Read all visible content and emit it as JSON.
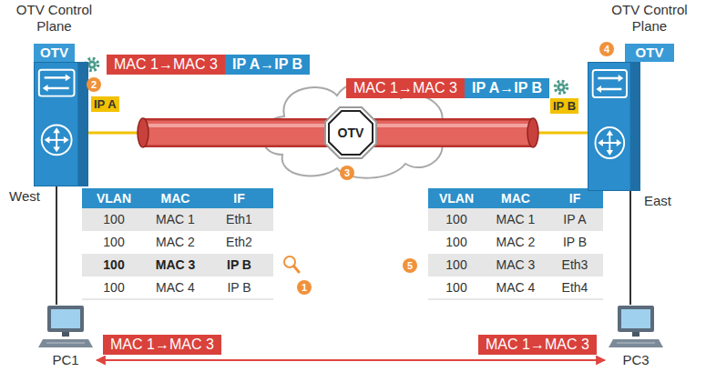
{
  "diagram": {
    "nodes": [
      {
        "text": [
          "OTV Control Plane",
          "OTV"
        ]
      },
      {
        "text": [
          "OTV Control Plane",
          "OTV"
        ]
      },
      {
        "text": [
          "West"
        ]
      },
      {
        "text": [
          "OTV"
        ]
      },
      {
        "text": [
          "East"
        ]
      },
      {
        "text": [
          "PC1"
        ]
      },
      {
        "text": [
          "PC3"
        ]
      }
    ],
    "edges": [
      {
        "from": 2,
        "to": 3,
        "arrow": "none"
      },
      {
        "from": 3,
        "to": 4,
        "arrow": "none"
      },
      {
        "from": 5,
        "to": 2,
        "arrow": "none"
      },
      {
        "from": 6,
        "to": 4,
        "arrow": "none"
      },
      {
        "from": 5,
        "to": 6,
        "arrow": "both"
      }
    ],
    "labels": [
      "MAC 1→MAC 3",
      "IP A→IP B",
      "2",
      "IP A",
      "MAC 1→MAC 3",
      "IP A→IP B",
      "4",
      "IP B",
      "3",
      "VLAN",
      "MAC",
      "IF",
      "100",
      "MAC 1",
      "Eth1",
      "100",
      "MAC 2",
      "Eth2",
      "100",
      "MAC 3",
      "IP B",
      "100",
      "MAC 4",
      "IP B",
      "1",
      "VLAN",
      "MAC",
      "IF",
      "100",
      "MAC 1",
      "IP A",
      "100",
      "MAC 2",
      "IP B",
      "5",
      "100",
      "MAC 3",
      "Eth3",
      "100",
      "MAC 4",
      "Eth4",
      "MAC 1→MAC 3",
      "MAC 1→MAC 3"
    ]
  }
}
